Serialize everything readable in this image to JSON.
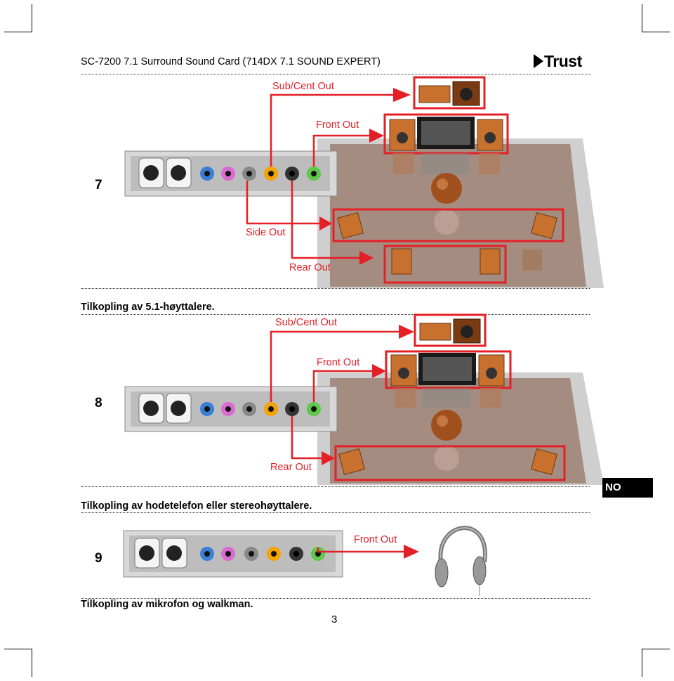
{
  "header": {
    "title": "SC-7200 7.1 Surround Sound Card (714DX 7.1 SOUND EXPERT)",
    "logo_text": "Trust"
  },
  "sections": [
    {
      "number": "7",
      "labels": {
        "sub_cent_out": "Sub/Cent Out",
        "front_out": "Front Out",
        "side_out": "Side Out",
        "rear_out": "Rear Out"
      },
      "caption": "Tilkopling av 5.1-høyttalere."
    },
    {
      "number": "8",
      "labels": {
        "sub_cent_out": "Sub/Cent Out",
        "front_out": "Front Out",
        "rear_out": "Rear Out"
      },
      "caption": "Tilkopling av hodetelefon eller stereohøyttalere."
    },
    {
      "number": "9",
      "labels": {
        "front_out": "Front Out"
      },
      "caption": "Tilkopling av mikrofon og walkman."
    }
  ],
  "language_badge": "NO",
  "page_number": "3",
  "colors": {
    "accent_red": "#e41f26",
    "jack_blue": "#3a7fd6",
    "jack_pink": "#d96bd0",
    "jack_gray": "#888888",
    "jack_orange": "#f5a300",
    "jack_black": "#333333",
    "jack_green": "#5fc84a",
    "speaker_wood": "#c8702e"
  }
}
